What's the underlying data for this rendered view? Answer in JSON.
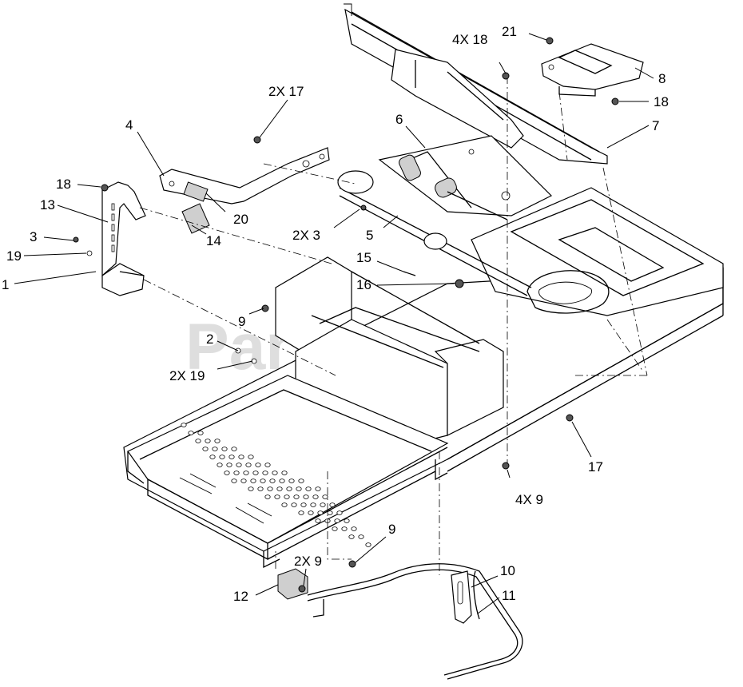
{
  "watermark": "PartsTree",
  "callouts": [
    {
      "id": "c1",
      "text": "1"
    },
    {
      "id": "c2",
      "text": "2"
    },
    {
      "id": "c2x19",
      "text": "2X 19"
    },
    {
      "id": "c3",
      "text": "3"
    },
    {
      "id": "c2x3",
      "text": "2X 3"
    },
    {
      "id": "c4",
      "text": "4"
    },
    {
      "id": "c2x17",
      "text": "2X 17"
    },
    {
      "id": "c5",
      "text": "5"
    },
    {
      "id": "c6",
      "text": "6"
    },
    {
      "id": "c7",
      "text": "7"
    },
    {
      "id": "c8",
      "text": "8"
    },
    {
      "id": "c9a",
      "text": "9"
    },
    {
      "id": "c9b",
      "text": "9"
    },
    {
      "id": "c2x9",
      "text": "2X 9"
    },
    {
      "id": "c4x9",
      "text": "4X 9"
    },
    {
      "id": "c10",
      "text": "10"
    },
    {
      "id": "c11",
      "text": "11"
    },
    {
      "id": "c12",
      "text": "12"
    },
    {
      "id": "c13",
      "text": "13"
    },
    {
      "id": "c14",
      "text": "14"
    },
    {
      "id": "c15",
      "text": "15"
    },
    {
      "id": "c16",
      "text": "16"
    },
    {
      "id": "c17",
      "text": "17"
    },
    {
      "id": "c18a",
      "text": "18"
    },
    {
      "id": "c18b",
      "text": "18"
    },
    {
      "id": "c4x18",
      "text": "4X 18"
    },
    {
      "id": "c19",
      "text": "19"
    },
    {
      "id": "c20",
      "text": "20"
    },
    {
      "id": "c21",
      "text": "21"
    }
  ]
}
